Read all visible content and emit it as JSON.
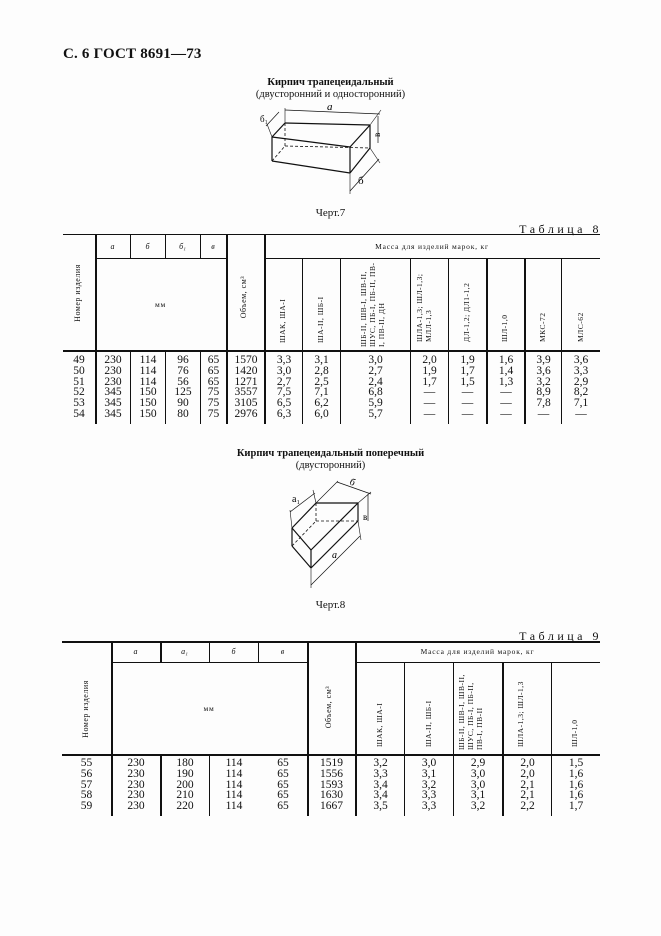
{
  "page": {
    "header": "С. 6 ГОСТ 8691—73"
  },
  "figure7": {
    "title": "Кирпич трапецеидальный",
    "subtitle": "(двусторонний и односторонний)",
    "caption": "Черт.7",
    "labels": {
      "a": "a",
      "b1": "б1",
      "v": "в",
      "b": "б"
    }
  },
  "table8": {
    "label": "Таблица 8",
    "headers": {
      "item_number": "Номер изделия",
      "dims": [
        "а",
        "б",
        "б₁",
        "в"
      ],
      "dims_unit": "мм",
      "volume": "Объем, см³",
      "mass_group": "Масса для изделий марок, кг",
      "mass_columns": [
        "ШАК, ША-I",
        "ША-II, ШБ-I",
        "ШБ-II, ШВ-I, ШВ-II, ШУС, ПБ-I, ПБ-II, ПВ-I, ПВ-II, ДН",
        "ШЛА-1,3; ШЛ-1,3; МЛЛ-1,3",
        "ДЛ-1,2; ДЛ1-1,2",
        "ШЛ-1,0",
        "МКС-72",
        "МЛС-62"
      ]
    },
    "rows": [
      {
        "num": "49",
        "a": "230",
        "b": "114",
        "b1": "96",
        "v": "65",
        "vol": "1570",
        "m": [
          "3,3",
          "3,1",
          "3,0",
          "2,0",
          "1,9",
          "1,6",
          "3,9",
          "3,6"
        ]
      },
      {
        "num": "50",
        "a": "230",
        "b": "114",
        "b1": "76",
        "v": "65",
        "vol": "1420",
        "m": [
          "3,0",
          "2,8",
          "2,7",
          "1,9",
          "1,7",
          "1,4",
          "3,6",
          "3,3"
        ]
      },
      {
        "num": "51",
        "a": "230",
        "b": "114",
        "b1": "56",
        "v": "65",
        "vol": "1271",
        "m": [
          "2,7",
          "2,5",
          "2,4",
          "1,7",
          "1,5",
          "1,3",
          "3,2",
          "2,9"
        ]
      },
      {
        "num": "52",
        "a": "345",
        "b": "150",
        "b1": "125",
        "v": "75",
        "vol": "3557",
        "m": [
          "7,5",
          "7,1",
          "6,8",
          "—",
          "—",
          "—",
          "8,9",
          "8,2"
        ]
      },
      {
        "num": "53",
        "a": "345",
        "b": "150",
        "b1": "90",
        "v": "75",
        "vol": "3105",
        "m": [
          "6,5",
          "6,2",
          "5,9",
          "—",
          "—",
          "—",
          "7,8",
          "7,1"
        ]
      },
      {
        "num": "54",
        "a": "345",
        "b": "150",
        "b1": "80",
        "v": "75",
        "vol": "2976",
        "m": [
          "6,3",
          "6,0",
          "5,7",
          "—",
          "—",
          "—",
          "—",
          "—"
        ]
      }
    ]
  },
  "figure8": {
    "title": "Кирпич трапецеидальный поперечный",
    "subtitle": "(двусторонний)",
    "caption": "Черт.8",
    "labels": {
      "a1": "a1",
      "b": "б",
      "v": "в",
      "a": "a"
    }
  },
  "table9": {
    "label": "Таблица 9",
    "headers": {
      "item_number": "Номер изделия",
      "dims": [
        "а",
        "а₁",
        "б",
        "в"
      ],
      "dims_unit": "мм",
      "volume": "Объем, см³",
      "mass_group": "Масса для изделий марок, кг",
      "mass_columns": [
        "ШАК, ША-I",
        "ША-II, ШБ-I",
        "ШБ-II, ШВ-I, ШВ-II, ШУС, ПБ-I, ПБ-II, ПВ-I, ПВ-II",
        "ШЛА-1,3; ШЛ-1,3",
        "ШЛ-1,0"
      ]
    },
    "rows": [
      {
        "num": "55",
        "a": "230",
        "a1": "180",
        "b": "114",
        "v": "65",
        "vol": "1519",
        "m": [
          "3,2",
          "3,0",
          "2,9",
          "2,0",
          "1,5"
        ]
      },
      {
        "num": "56",
        "a": "230",
        "a1": "190",
        "b": "114",
        "v": "65",
        "vol": "1556",
        "m": [
          "3,3",
          "3,1",
          "3,0",
          "2,0",
          "1,6"
        ]
      },
      {
        "num": "57",
        "a": "230",
        "a1": "200",
        "b": "114",
        "v": "65",
        "vol": "1593",
        "m": [
          "3,4",
          "3,2",
          "3,0",
          "2,1",
          "1,6"
        ]
      },
      {
        "num": "58",
        "a": "230",
        "a1": "210",
        "b": "114",
        "v": "65",
        "vol": "1630",
        "m": [
          "3,4",
          "3,3",
          "3,1",
          "2,1",
          "1,6"
        ]
      },
      {
        "num": "59",
        "a": "230",
        "a1": "220",
        "b": "114",
        "v": "65",
        "vol": "1667",
        "m": [
          "3,5",
          "3,3",
          "3,2",
          "2,2",
          "1,7"
        ]
      }
    ]
  }
}
